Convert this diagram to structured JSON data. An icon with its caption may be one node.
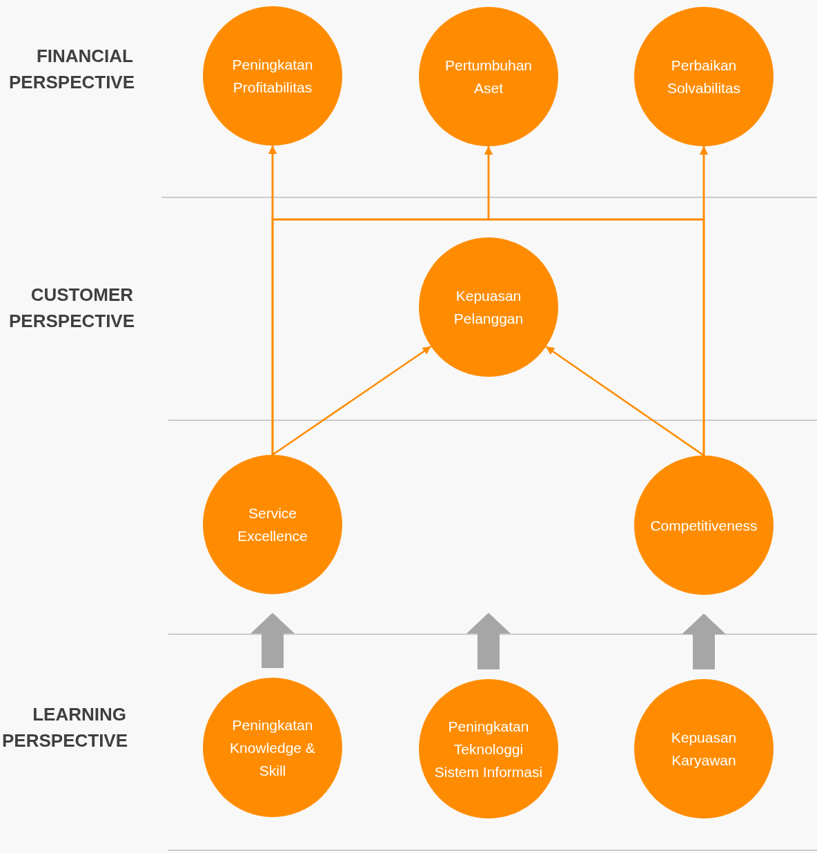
{
  "diagram": {
    "nodes": [
      {
        "text": [
          "Peningkatan Profitabilitas"
        ]
      },
      {
        "text": [
          "Pertumbuhan Aset"
        ]
      },
      {
        "text": [
          "Perbaikan Solvabilitas"
        ]
      },
      {
        "text": [
          "Kepuasan Pelanggan"
        ]
      },
      {
        "text": [
          "Service Excellence"
        ]
      },
      {
        "text": [
          "Competitiveness"
        ]
      },
      {
        "text": [
          "Peningkatan Knowledge & Skill"
        ]
      },
      {
        "text": [
          "Peningkatan Teknologgi Sistem Informasi"
        ]
      },
      {
        "text": [
          "Kepuasan Karyawan"
        ]
      }
    ],
    "edges": [
      {
        "from": 4,
        "to": 0,
        "arrow": "to"
      },
      {
        "from": 4,
        "to": 1,
        "arrow": "to"
      },
      {
        "from": 4,
        "to": 2,
        "arrow": "to"
      },
      {
        "from": 5,
        "to": 0,
        "arrow": "to"
      },
      {
        "from": 5,
        "to": 1,
        "arrow": "to"
      },
      {
        "from": 5,
        "to": 2,
        "arrow": "to"
      },
      {
        "from": 4,
        "to": 3,
        "arrow": "to"
      },
      {
        "from": 5,
        "to": 3,
        "arrow": "to"
      },
      {
        "from": 6,
        "to": 4,
        "arrow": "to",
        "style": "thick",
        "color": "#a6a6a6"
      },
      {
        "from": 7,
        "to": null,
        "arrow": "to",
        "style": "thick",
        "color": "#a6a6a6"
      },
      {
        "from": 8,
        "to": 5,
        "arrow": "to",
        "style": "thick",
        "color": "#a6a6a6"
      }
    ],
    "labels": [
      "FINANCIAL PERSPECTIVE",
      "CUSTOMER PERSPECTIVE",
      "LEARNING PERSPECTIVE"
    ]
  }
}
